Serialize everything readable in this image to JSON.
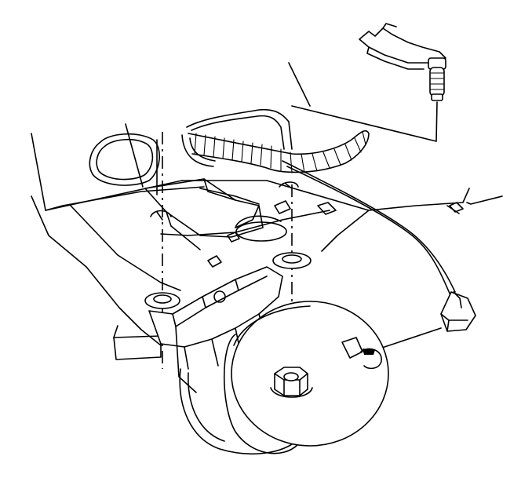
{
  "diagram": {
    "type": "exploded-assembly-line-drawing",
    "labels": [],
    "components": [
      "mounting-bracket",
      "connector-clip",
      "grommet",
      "wiring-harness",
      "sensor-lead",
      "pull-type-fastener",
      "stud-fastener",
      "mounting-nut",
      "cylindrical-module",
      "electrical-connector"
    ],
    "colors": {
      "line": "#000000",
      "background": "#ffffff"
    }
  }
}
